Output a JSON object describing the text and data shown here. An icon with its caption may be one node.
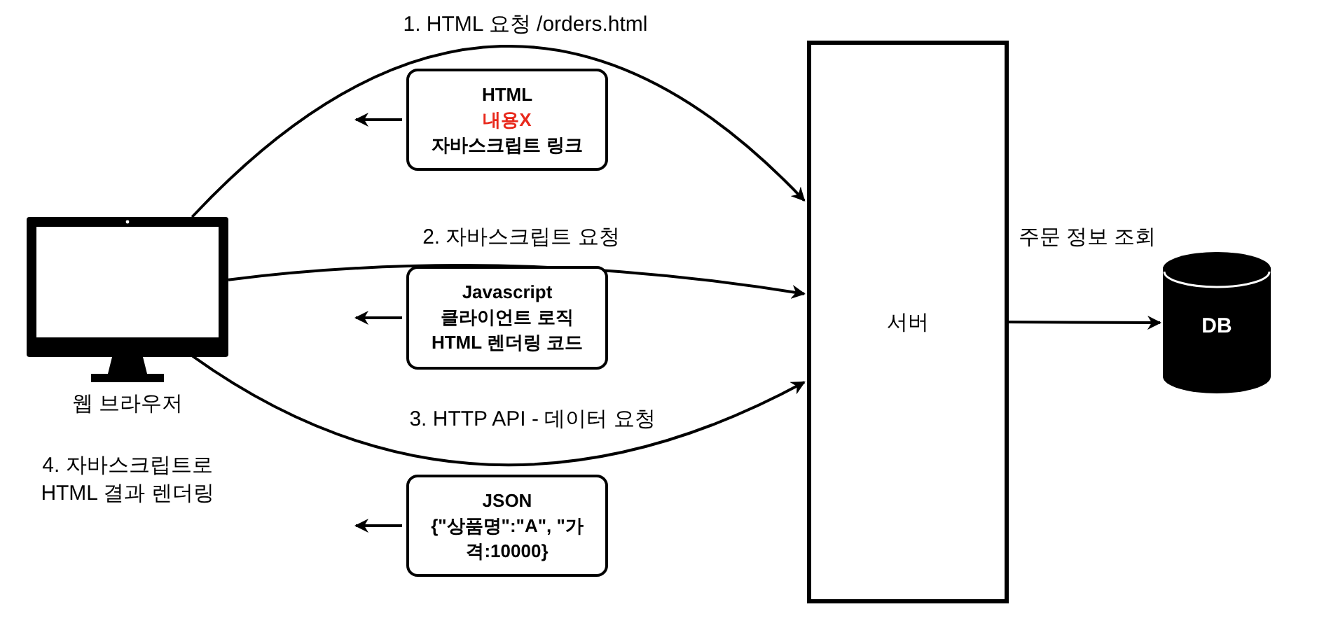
{
  "diagram": {
    "nodes": [
      {
        "text": [],
        "shape": "picture",
        "beside": [
          "웹 브라우저",
          "4. 자바스크립트로 HTML 결과 렌더링"
        ]
      },
      {
        "text": [
          "서버"
        ]
      },
      {
        "text": [
          "DB"
        ]
      },
      {
        "text": [
          "HTML",
          "내용X",
          "자바스크립트 링크"
        ]
      },
      {
        "text": [
          "Javascript",
          "클라이언트 로직",
          "HTML 렌더링 코드"
        ]
      },
      {
        "text": [
          "JSON",
          "{\"상품명\":\"A\", \"가격:10000}"
        ]
      }
    ],
    "edges": [
      {
        "from": 0,
        "to": 1,
        "arrow": "to",
        "label": "1. HTML 요청 /orders.html"
      },
      {
        "from": 0,
        "to": 1,
        "arrow": "to",
        "label": "2. 자바스크립트 요청"
      },
      {
        "from": 0,
        "to": 1,
        "arrow": "to",
        "label": "3. HTTP API - 데이터 요청"
      },
      {
        "from": 1,
        "to": 2,
        "arrow": "to",
        "label": "주문 정보 조회"
      },
      {
        "from": 3,
        "to": null,
        "arrow": "to"
      },
      {
        "from": 4,
        "to": null,
        "arrow": "to"
      },
      {
        "from": 5,
        "to": null,
        "arrow": "to"
      }
    ]
  }
}
